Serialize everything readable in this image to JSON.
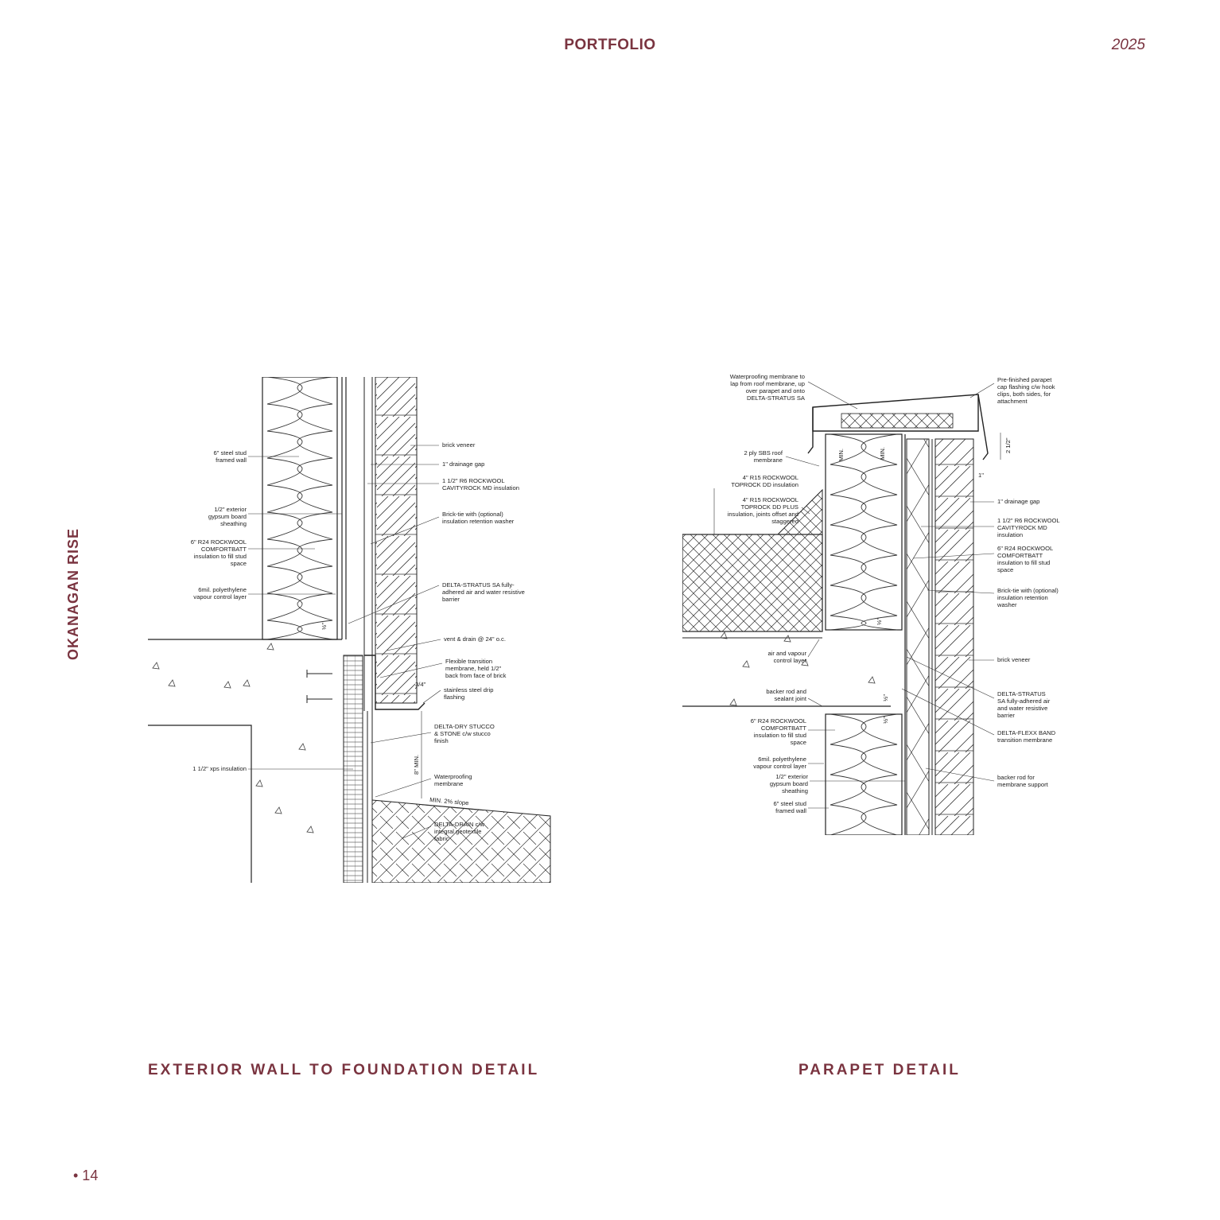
{
  "header": {
    "title": "PORTFOLIO",
    "year": "2025"
  },
  "side_title": "OKANAGAN RISE",
  "captions": {
    "left": "EXTERIOR WALL TO FOUNDATION DETAIL",
    "right": "PARAPET DETAIL"
  },
  "page_number": "• 14",
  "colors": {
    "accent": "#7a3440"
  },
  "detail_left": {
    "labels": {
      "steel_stud": [
        "6\" steel stud",
        "framed wall"
      ],
      "gypsum": [
        "1/2\" exterior",
        "gypsum board",
        "sheathing"
      ],
      "comfortbatt": [
        "6\" R24 ROCKWOOL",
        "COMFORTBATT",
        "insulation to fill stud",
        "space"
      ],
      "vapour": [
        "6mil. polyethylene",
        "vapour control layer"
      ],
      "xps": [
        "1 1/2\" xps insulation"
      ],
      "brick": [
        "brick veneer"
      ],
      "drainage": [
        "1\" drainage gap"
      ],
      "cavityrock": [
        "1 1/2\"  R6 ROCKWOOL",
        "CAVITYROCK MD insulation"
      ],
      "brick_tie": [
        "Brick-tie with (optional)",
        "insulation retention washer"
      ],
      "stratus": [
        "DELTA-STRATUS SA fully-",
        "adhered air and water resistive",
        "barrier"
      ],
      "vent": [
        "vent & drain @ 24\" o.c."
      ],
      "flexible": [
        "Flexible transition",
        "membrane, held 1/2\"",
        "back from face of brick"
      ],
      "drip": [
        "stainless steel drip",
        "flashing"
      ],
      "dry_stucco": [
        "DELTA-DRY STUCCO",
        "& STONE c/w stucco",
        "finish"
      ],
      "waterproof": [
        "Waterproofing",
        "membrane"
      ],
      "drain": [
        "DELTA-DRAIN c/w",
        "integral geotextile",
        "fabric"
      ]
    },
    "dims": {
      "slope": "MIN. 2% slope",
      "eight_min": "8\" MIN.",
      "three_quarter": "3/4\"",
      "half": "½\""
    }
  },
  "detail_right": {
    "labels": {
      "waterproofing": [
        "Waterproofing membrane to",
        "lap from roof membrane, up",
        "over parapet and onto",
        "DELTA-STRATUS SA"
      ],
      "sbs": [
        "2 ply SBS roof",
        "membrane"
      ],
      "toprock": [
        "4\" R15 ROCKWOOL",
        "TOPROCK DD insulation"
      ],
      "toprock_plus": [
        "4\" R15 ROCKWOOL",
        "TOPROCK DD PLUS",
        "insulation, joints offset and",
        "staggered"
      ],
      "air_vapour": [
        "air and vapour",
        "control layer"
      ],
      "backer_sealant": [
        "backer rod and",
        "sealant joint"
      ],
      "comfortbatt": [
        "6\" R24 ROCKWOOL",
        "COMFORTBATT",
        "insulation to fill stud",
        "space"
      ],
      "vapour": [
        "6mil. polyethylene",
        "vapour control layer"
      ],
      "gypsum": [
        "1/2\" exterior",
        "gypsum board",
        "sheathing"
      ],
      "steel_stud": [
        "6\" steel stud",
        "framed wall"
      ],
      "cap_flashing": [
        "Pre-finished parapet",
        "cap flashing c/w hook",
        "clips, both sides, for",
        "attachment"
      ],
      "drainage": [
        "1\" drainage gap"
      ],
      "cavityrock": [
        "1 1/2\" R6 ROCKWOOL",
        "CAVITYROCK MD",
        "insulation"
      ],
      "comfortbatt_r": [
        "6\" R24 ROCKWOOL",
        "COMFORTBATT",
        "insulation to fill stud",
        "space"
      ],
      "brick_tie": [
        "Brick-tie with (optional)",
        "insulation retention",
        "washer"
      ],
      "brick": [
        "brick veneer"
      ],
      "stratus": [
        "DELTA-STRATUS",
        "SA fully-adhered air",
        "and water resistive",
        "barrier"
      ],
      "flexx": [
        "DELTA-FLEXX BAND",
        "transition membrane"
      ],
      "backer_support": [
        "backer rod for",
        "membrane support"
      ]
    },
    "dims": {
      "two_half": "2 1/2\"",
      "one": "1\"",
      "min": "MIN.",
      "half": "½\""
    }
  }
}
